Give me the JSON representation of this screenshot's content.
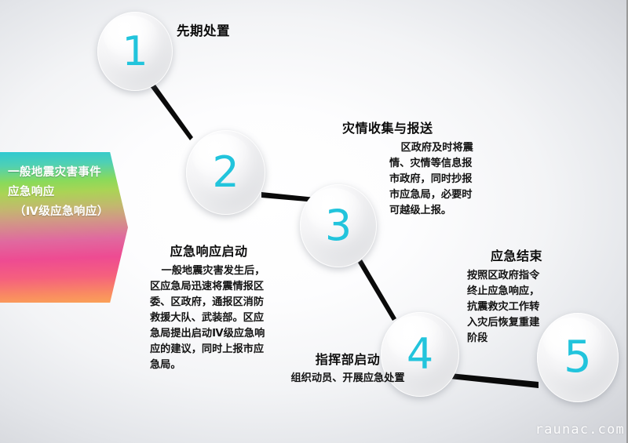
{
  "banner": {
    "line1": "一般地震灾害事件",
    "line2": "应急响应",
    "line3": "（Ⅳ级应急响应）",
    "gradient_start": "#2fc9d2",
    "gradient_end": "#fba357"
  },
  "nodes": [
    {
      "number": "1"
    },
    {
      "number": "2"
    },
    {
      "number": "3"
    },
    {
      "number": "4"
    },
    {
      "number": "5"
    }
  ],
  "steps": [
    {
      "title": "先期处置",
      "body": ""
    },
    {
      "title": "应急响应启动",
      "body": "一般地震灾害发生后，区应急局迅速将震情报区委、区政府，通报区消防救援大队、武装部。区应急局提出启动Ⅳ级应急响应的建议，同时上报市应急局。"
    },
    {
      "title": "灾情收集与报送",
      "body": "区政府及时将震情、灾情等信息报市政府，同时抄报市应急局，必要时可越级上报。"
    },
    {
      "title": "指挥部启动",
      "body": "组织动员、开展应急处置"
    },
    {
      "title": "应急结束",
      "body": "按照区政府指令终止应急响应，抗震救灾工作转入灾后恢复重建阶段"
    }
  ],
  "watermark": "raunac.com",
  "colors": {
    "number_cyan": "#22c4dc",
    "connector": "#0a0a0a",
    "background": "#e3e5e9"
  }
}
